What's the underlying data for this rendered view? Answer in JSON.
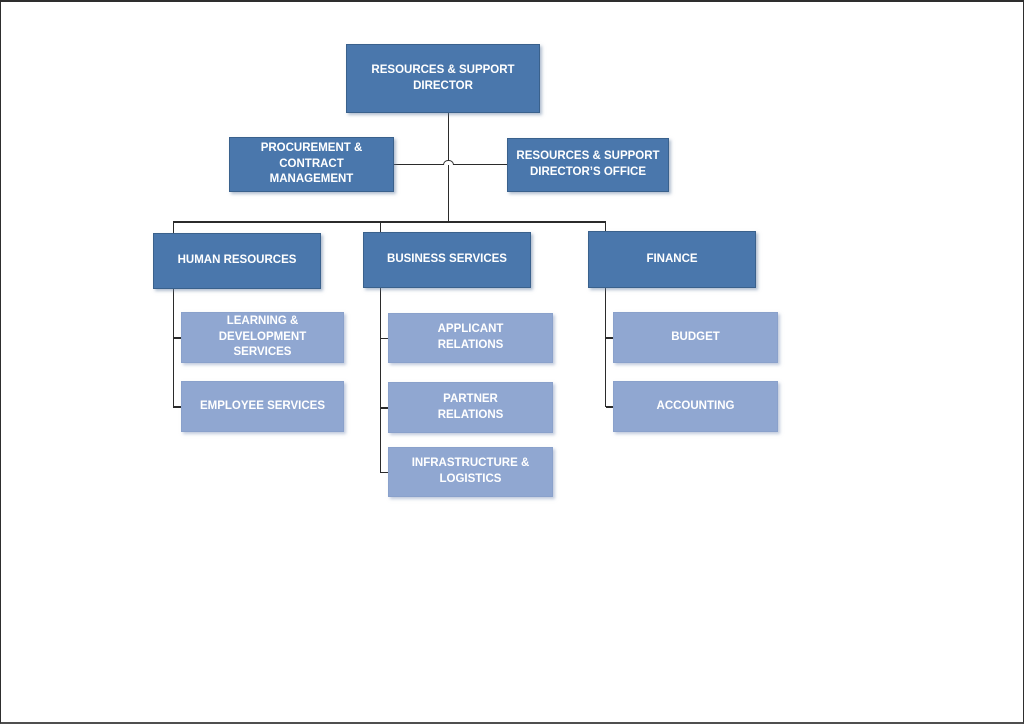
{
  "document": {
    "background_color": "#ffffff",
    "frame_color": "#2e2e2e"
  },
  "palette": {
    "primary_fill": "#4a77ac",
    "primary_border": "#3a618c",
    "secondary_fill": "#90a7d1",
    "text_color": "#ffffff",
    "connector_color": "#2b2b2b"
  },
  "org_chart": {
    "nodes": [
      {
        "id": "director",
        "label": "RESOURCES & SUPPORT\nDIRECTOR",
        "level": "primary"
      },
      {
        "id": "procurement",
        "label": "PROCUREMENT &\nCONTRACT\nMANAGEMENT",
        "level": "primary"
      },
      {
        "id": "office",
        "label": "RESOURCES & SUPPORT\nDIRECTOR’S OFFICE",
        "level": "primary"
      },
      {
        "id": "human-resources",
        "label": "HUMAN RESOURCES",
        "level": "primary"
      },
      {
        "id": "business-services",
        "label": "BUSINESS SERVICES",
        "level": "primary"
      },
      {
        "id": "finance",
        "label": "FINANCE",
        "level": "primary"
      },
      {
        "id": "learning-development",
        "label": "LEARNING &\nDEVELOPMENT SERVICES",
        "level": "secondary"
      },
      {
        "id": "employee-services",
        "label": "EMPLOYEE SERVICES",
        "level": "secondary"
      },
      {
        "id": "applicant-relations",
        "label": "APPLICANT\nRELATIONS",
        "level": "secondary"
      },
      {
        "id": "partner-relations",
        "label": "PARTNER\nRELATIONS",
        "level": "secondary"
      },
      {
        "id": "infrastructure-logistics",
        "label": "INFRASTRUCTURE &\nLOGISTICS",
        "level": "secondary"
      },
      {
        "id": "budget",
        "label": "BUDGET",
        "level": "secondary"
      },
      {
        "id": "accounting",
        "label": "ACCOUNTING",
        "level": "secondary"
      }
    ],
    "edges": [
      {
        "from": "director",
        "to": "procurement"
      },
      {
        "from": "director",
        "to": "office"
      },
      {
        "from": "director",
        "to": "human-resources"
      },
      {
        "from": "director",
        "to": "business-services"
      },
      {
        "from": "director",
        "to": "finance"
      },
      {
        "from": "human-resources",
        "to": "learning-development"
      },
      {
        "from": "human-resources",
        "to": "employee-services"
      },
      {
        "from": "business-services",
        "to": "applicant-relations"
      },
      {
        "from": "business-services",
        "to": "partner-relations"
      },
      {
        "from": "business-services",
        "to": "infrastructure-logistics"
      },
      {
        "from": "finance",
        "to": "budget"
      },
      {
        "from": "finance",
        "to": "accounting"
      }
    ]
  }
}
